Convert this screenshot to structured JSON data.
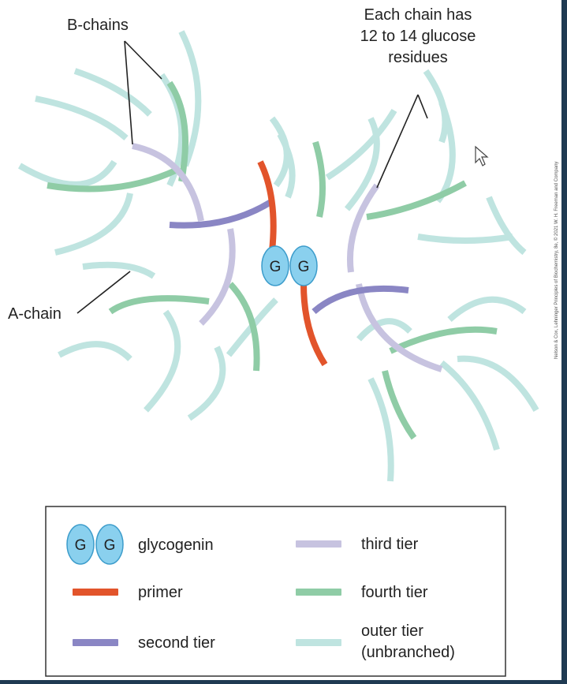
{
  "diagram": {
    "labels": {
      "b_chains": "B-chains",
      "each_chain_line1": "Each chain has",
      "each_chain_line2": "12 to 14 glucose",
      "each_chain_line3": "residues",
      "a_chain": "A-chain"
    },
    "glycogenin_letter": "G",
    "credit": "Nelson & Cox, Lehninger Principles of Biochemistry, 8e, © 2021 W. H. Freeman and Company"
  },
  "legend": {
    "items": [
      {
        "key": "glycogenin",
        "label": "glycogenin"
      },
      {
        "key": "primer",
        "label": "primer"
      },
      {
        "key": "second",
        "label": "second tier"
      },
      {
        "key": "third",
        "label": "third tier"
      },
      {
        "key": "fourth",
        "label": "fourth tier"
      },
      {
        "key": "outer",
        "label_line1": "outer tier",
        "label_line2": "(unbranched)"
      }
    ]
  },
  "colors": {
    "primer": "#e2542b",
    "second_tier": "#8a86c4",
    "third_tier": "#c7c3e0",
    "fourth_tier": "#8fcca6",
    "outer_tier": "#bfe4e0",
    "glycogenin_fill": "#8ad0ee",
    "glycogenin_stroke": "#3c9ccb"
  }
}
